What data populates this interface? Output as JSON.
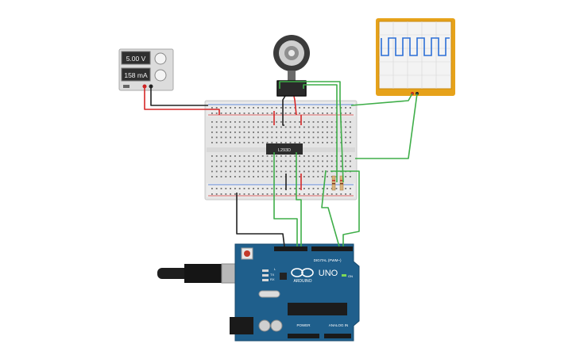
{
  "power_supply": {
    "voltage": "5.00 V",
    "current": "158 mA"
  },
  "motor_driver": {
    "chip_label": "L293D"
  },
  "arduino": {
    "model": "UNO",
    "brand": "ARDUINO",
    "digital_label": "DIGITAL (PWM~)",
    "power_label": "POWER",
    "analog_label": "ANALOG IN",
    "on_label": "ON",
    "tx_label": "TX",
    "rx_label": "RX",
    "l_label": "L"
  },
  "oscilloscope": {
    "signal": "square-wave"
  },
  "colors": {
    "board_blue": "#1f5f8c",
    "wire_green": "#3fae49",
    "wire_red": "#d62828",
    "wire_black": "#222222",
    "scope_frame": "#e6a21a",
    "breadboard": "#e4e4e4"
  }
}
